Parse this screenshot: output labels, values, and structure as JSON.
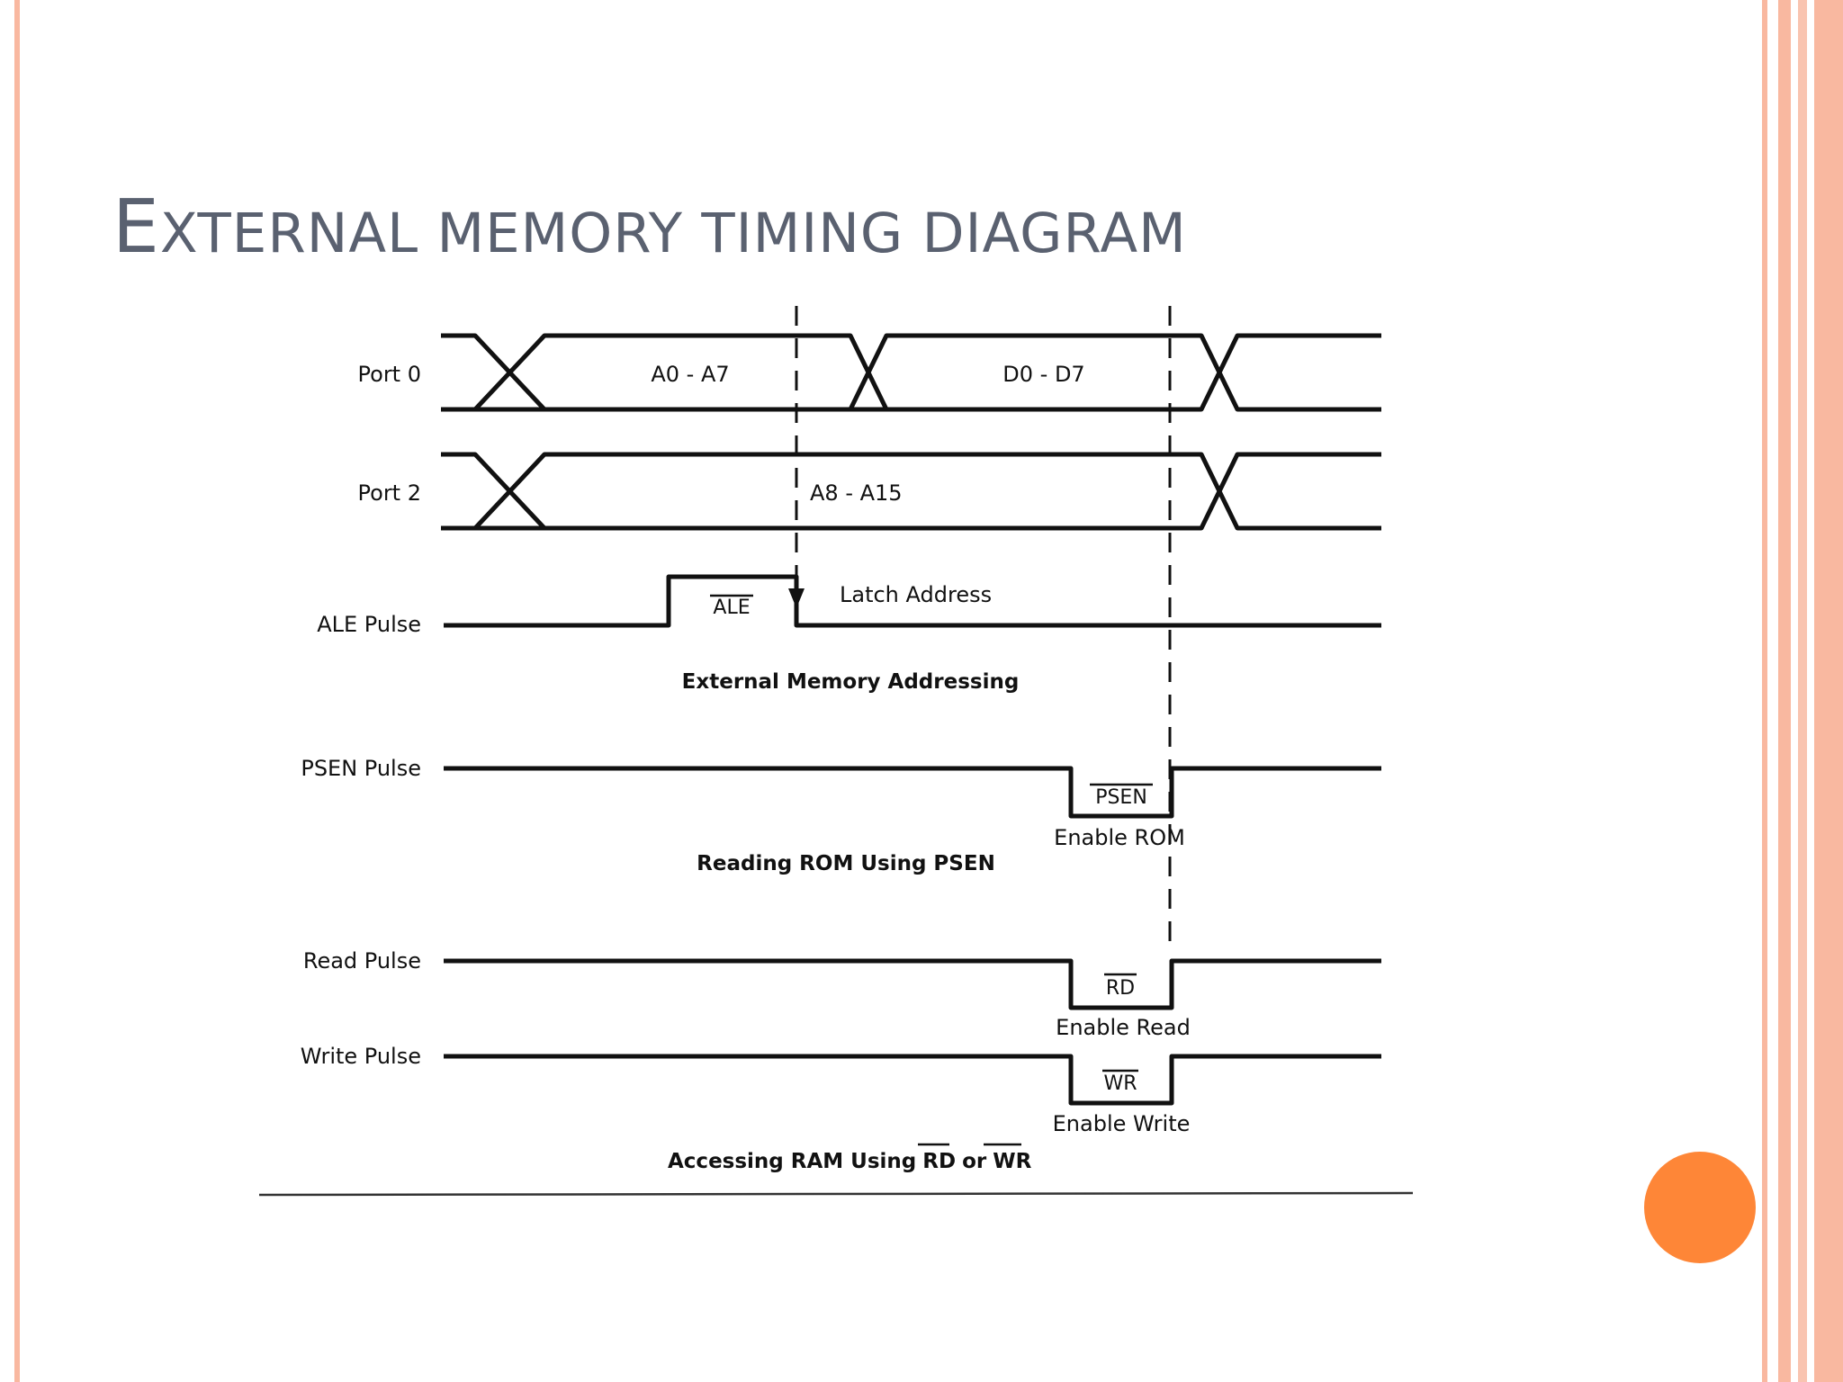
{
  "slide": {
    "title_first": "E",
    "title_rest": "XTERNAL MEMORY TIMING DIAGRAM",
    "colors": {
      "accent_bar": "#f9b8a0",
      "accent_dot": "#fe8637",
      "title": "#5a6170"
    }
  },
  "diagram": {
    "signals": {
      "port0": "Port 0",
      "port2": "Port 2",
      "ale": "ALE Pulse",
      "psen": "PSEN Pulse",
      "read": "Read Pulse",
      "write": "Write Pulse"
    },
    "bus_labels": {
      "a0_a7": "A0 - A7",
      "d0_d7": "D0 - D7",
      "a8_a15": "A8 - A15"
    },
    "ale": {
      "overbar_label": "ALE",
      "note": "Latch Address"
    },
    "psen": {
      "overbar_label": "PSEN",
      "note": "Enable ROM"
    },
    "rd": {
      "overbar_label": "RD",
      "note": "Enable Read"
    },
    "wr": {
      "overbar_label": "WR",
      "note": "Enable Write"
    },
    "captions": {
      "external": "External Memory Addressing",
      "rom": "Reading ROM Using PSEN",
      "ram_prefix": "Accessing RAM Using",
      "ram_rd": "RD",
      "ram_or": "or",
      "ram_wr": "WR"
    }
  }
}
